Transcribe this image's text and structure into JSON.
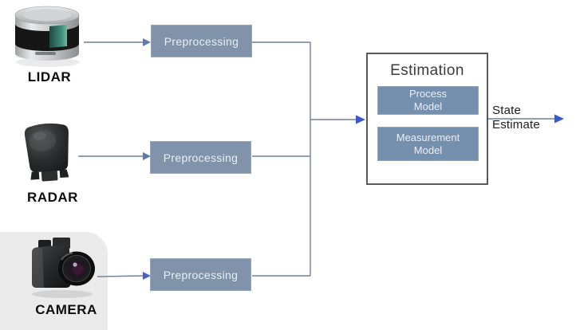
{
  "sensors": {
    "lidar": {
      "label": "LIDAR"
    },
    "radar": {
      "label": "RADAR"
    },
    "camera": {
      "label": "CAMERA"
    }
  },
  "preprocessing": {
    "label": "Preprocessing"
  },
  "estimation": {
    "title": "Estimation",
    "process_model": "Process\nModel",
    "measurement_model": "Measurement\nModel"
  },
  "output": {
    "label": "State\nEstimate"
  },
  "colors": {
    "preprocessing_fill": "#8093aa",
    "model_fill": "#7590ae",
    "estimation_border": "#595959",
    "connector_line": "#6f8096",
    "arrow_steel_blue": "#5f7da4",
    "arrow_bright_blue": "#3a57d0",
    "box_text": "#e9eef4",
    "title_text": "#3c3c3c",
    "label_text": "#0d0d0d",
    "lidar_teal": "#3f8f7c"
  }
}
